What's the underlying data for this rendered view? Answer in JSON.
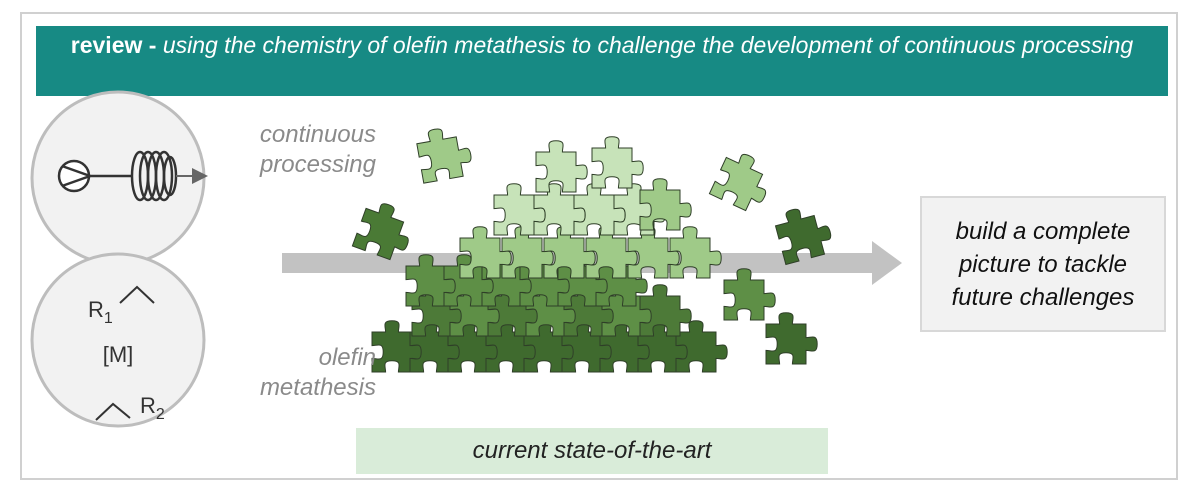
{
  "banner": {
    "bold_text": "review - ",
    "italic_text": "using the chemistry of olefin metathesis to challenge the development of continuous processing"
  },
  "labels": {
    "top": [
      "continuous",
      "processing"
    ],
    "bottom": [
      "olefin",
      "metathesis"
    ]
  },
  "result_box": [
    "build a complete",
    "picture to tackle",
    "future challenges"
  ],
  "sota_label": "current state-of-the-art",
  "chemistry": {
    "r1_letter": "R",
    "r1_sub": "1",
    "catalyst": "[M]",
    "r2_letter": "R",
    "r2_sub": "2"
  },
  "colors": {
    "banner": "#178a84",
    "dark_green": "#3f6a2e",
    "mid_green": "#5e8f46",
    "light_green": "#9fca88",
    "pale_green": "#c7e3b9",
    "arrow": "#c2c2c2",
    "sota_bg": "#d9ecd9"
  }
}
